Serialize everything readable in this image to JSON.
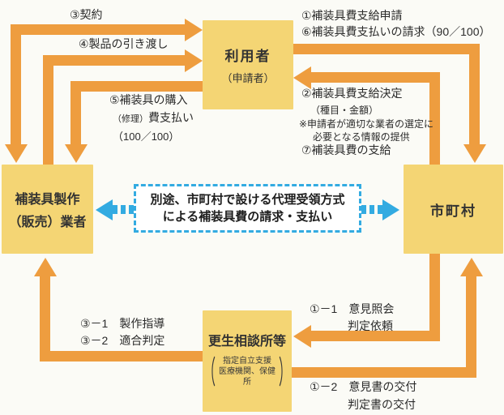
{
  "boxes": {
    "user": {
      "name": "利用者",
      "sub": "（申請者）"
    },
    "maker": {
      "line1": "補装具製作",
      "line2": "（販売）業者"
    },
    "municipality": {
      "name": "市町村"
    },
    "consultation": {
      "name": "更生相談所等",
      "paren_open": "（",
      "paren_line1": "指定自立支援",
      "paren_line2": "医療機関、保健所",
      "paren_close": "）"
    }
  },
  "labels": {
    "contract": "③契約",
    "delivery": "④製品の引き渡し",
    "purchase_1": "⑤補装具の購入",
    "purchase_2a": "（修理）",
    "purchase_2b": "費支払い",
    "purchase_3": "（100／100）",
    "application": "①補装具費支給申請",
    "claim": "⑥補装具費支払いの請求（90／100）",
    "decision": "②補装具費支給決定",
    "decision_sub": "（種目・金額）",
    "decision_note1": "※申請者が適切な業者の選定に",
    "decision_note2": "必要となる情報の提供",
    "grant": "⑦補装具費の支給",
    "inquiry_1": "①－1　意見照会",
    "inquiry_2": "判定依頼",
    "report_1": "①－2　意見書の交付",
    "report_2": "判定書の交付",
    "guidance_1": "③－1　製作指導",
    "guidance_2": "③－2　適合判定"
  },
  "center_note": {
    "line1": "別途、市町村で設ける代理受領方式",
    "line2": "による補装具費の請求・支払い"
  },
  "colors": {
    "box_fill": "#F4D574",
    "arrow_orange": "#EE9D3F",
    "dashed_blue": "#33ABE1",
    "text": "#2B2B2B"
  }
}
